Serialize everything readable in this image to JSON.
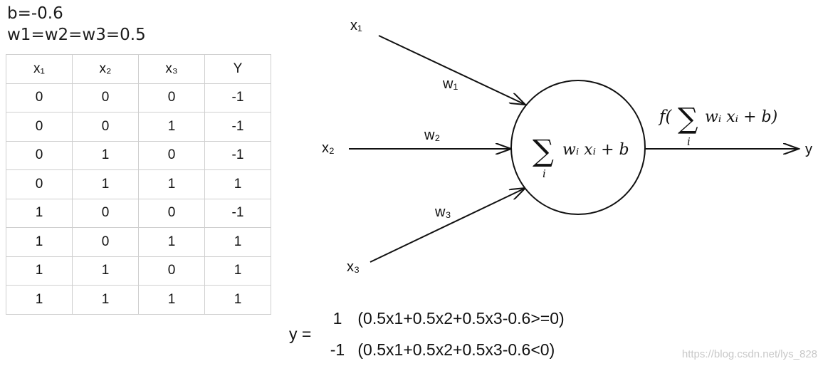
{
  "params": {
    "b": "b=-0.6",
    "w": "w1=w2=w3=0.5"
  },
  "table": {
    "headers": [
      "x₁",
      "x₂",
      "x₃",
      "Y"
    ],
    "rows": [
      [
        "0",
        "0",
        "0",
        "-1"
      ],
      [
        "0",
        "0",
        "1",
        "-1"
      ],
      [
        "0",
        "1",
        "0",
        "-1"
      ],
      [
        "0",
        "1",
        "1",
        "1"
      ],
      [
        "1",
        "0",
        "0",
        "-1"
      ],
      [
        "1",
        "0",
        "1",
        "1"
      ],
      [
        "1",
        "1",
        "0",
        "1"
      ],
      [
        "1",
        "1",
        "1",
        "1"
      ]
    ]
  },
  "diagram": {
    "inputs": {
      "x1": "x₁",
      "x2": "x₂",
      "x3": "x₃"
    },
    "weights": {
      "w1": "w₁",
      "w2": "w₂",
      "w3": "w₃"
    },
    "neuron_sum": "wᵢ xᵢ + b",
    "sigma": "∑",
    "index": "i",
    "activation_prefix": "f(",
    "activation_body": "wᵢ xᵢ + b)",
    "output": "y"
  },
  "formula": {
    "lhs": "y =",
    "cases": [
      {
        "value": "1",
        "condition": "(0.5x1+0.5x2+0.5x3-0.6>=0)"
      },
      {
        "value": "-1",
        "condition": "(0.5x1+0.5x2+0.5x3-0.6<0)"
      }
    ]
  },
  "watermark": "https://blog.csdn.net/lys_828"
}
